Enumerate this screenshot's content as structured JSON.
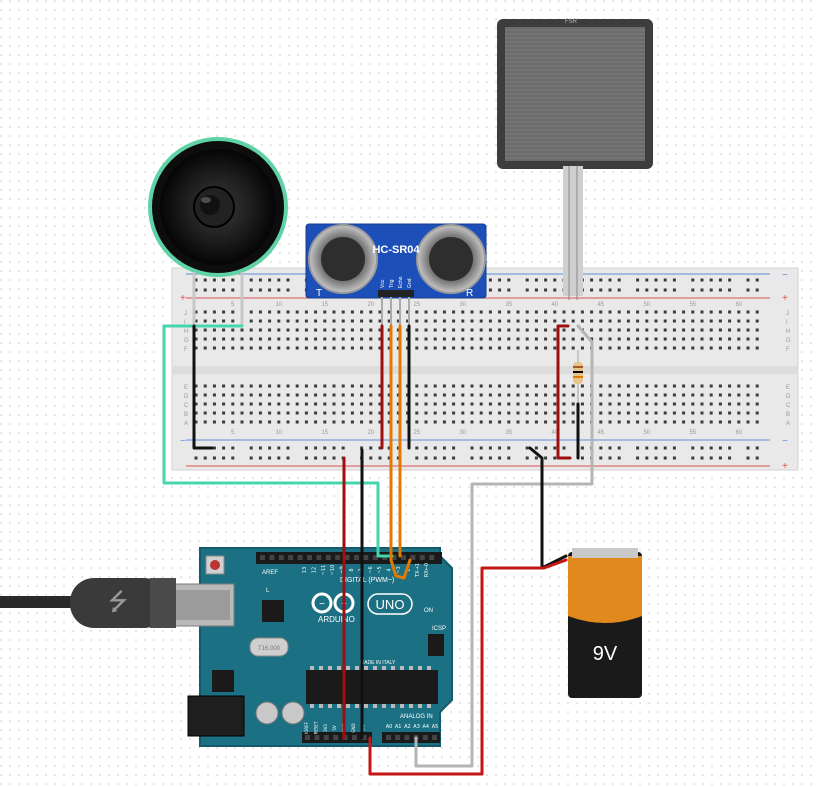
{
  "colors": {
    "background": "#ffffff",
    "grid_dot": "#c9c9c9",
    "breadboard": "#e9e9e9",
    "breadboard_hole": "#3a3a3a",
    "rail_red": "#d9534f",
    "rail_blue": "#5b8fd6",
    "arduino_board": "#1b7083",
    "arduino_dark": "#14586a",
    "sensor_board": "#1d4fb8",
    "speaker_ring": "#5fd3a5",
    "battery_body": "#1a1a1a",
    "battery_top": "#e08a1e",
    "wire_red": "#9e0f0f",
    "wire_black": "#111111",
    "wire_orange": "#e07a00",
    "wire_teal": "#46d6ae",
    "wire_gray": "#b5b5b5",
    "usb_cable": "#3a3a3a"
  },
  "breadboard": {
    "row_letters_top": [
      "J",
      "I",
      "H",
      "G",
      "F"
    ],
    "row_letters_bottom": [
      "E",
      "D",
      "C",
      "B",
      "A"
    ],
    "top_numbers": [
      "5",
      "10",
      "15",
      "20",
      "25",
      "30",
      "35",
      "40",
      "45",
      "50",
      "55",
      "60"
    ],
    "bottom_numbers": [
      "5",
      "10",
      "15",
      "20",
      "25",
      "30",
      "35",
      "40",
      "45",
      "50",
      "55",
      "60"
    ],
    "rail_plus": "+",
    "rail_minus": "−"
  },
  "ultrasonic": {
    "model": "HC-SR04",
    "left_mark": "T",
    "right_mark": "R",
    "pins": [
      "Vcc",
      "Trig",
      "Echo",
      "Gnd"
    ]
  },
  "arduino": {
    "brand": "ARDUINO",
    "model": "UNO",
    "digital_label": "DIGITAL (PWM~)",
    "analog_label": "ANALOG IN",
    "aref": "AREF",
    "tx": "TX",
    "rx": "RX",
    "l": "L",
    "on": "ON",
    "icsp": "ICSP",
    "made_in": "MADE IN ITALY",
    "crystal": "T16.000",
    "digital_pin_labels": [
      "13",
      "12",
      "~11",
      "~10",
      "~9",
      "8",
      "7",
      "~6",
      "~5",
      "4",
      "~3",
      "2",
      "TX→1",
      "RX←0"
    ],
    "power_pin_labels": [
      "IOREF",
      "RESET",
      "3V3",
      "5V",
      "GND",
      "GND",
      "VIN"
    ],
    "analog_pin_labels": [
      "A0",
      "A1",
      "A2",
      "A3",
      "A4",
      "A5"
    ]
  },
  "battery": {
    "label": "9V"
  },
  "fsr": {
    "label": "FSR"
  }
}
